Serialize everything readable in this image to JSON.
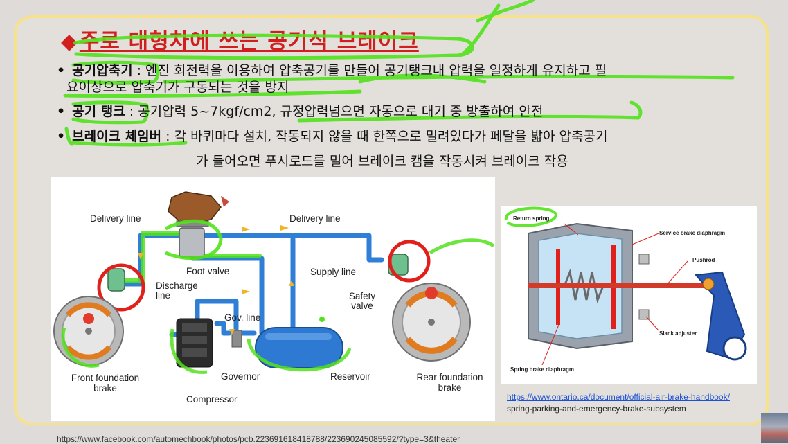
{
  "slide": {
    "title_marker": "◆",
    "title": "주로 대형차에 쓰는 공기식 브레이크",
    "bullets": [
      {
        "marker": "•",
        "term": "공기압축기",
        "sep": " : ",
        "text_line1": "엔진 회전력을 이용하여 압축공기를 만들어 공기탱크내 압력을 일정하게 유지하고 필",
        "text_line2": "요이상으로 압축기가 구동되는 것을 방지"
      },
      {
        "marker": "•",
        "term": "공기 탱크",
        "sep": " : ",
        "text_line1": "공기압력 5~7kgf/cm2, 규정압력넘으면 자동으로 대기 중 방출하여 안전"
      },
      {
        "marker": "•",
        "term": "브레이크 체임버",
        "sep": " : ",
        "text_line1": "각 바퀴마다 설치, 작동되지 않을 때 한쪽으로 밀려있다가 페달을 밟아 압축공기",
        "text_line2": "가 들어오면 푸시로드를 밀어 브레이크 캠을 작동시켜 브레이크 작용"
      }
    ]
  },
  "diagram_left": {
    "labels": {
      "delivery_line_left": "Delivery line",
      "delivery_line_right": "Delivery line",
      "foot_valve": "Foot valve",
      "discharge_line": "Discharge line",
      "supply_line": "Supply line",
      "safety_valve": "Safety valve",
      "gov_line": "Gov. line",
      "front_foundation_brake": "Front foundation brake",
      "governor": "Governor",
      "reservoir": "Reservoir",
      "rear_foundation_brake": "Rear foundation brake",
      "compressor": "Compressor"
    }
  },
  "diagram_right": {
    "labels": {
      "return_spring": "Return spring",
      "service_brake_diaphragm": "Service brake diaphragm",
      "pushrod": "Pushrod",
      "slack_adjuster": "Slack adjuster",
      "spring_brake_diaphragm": "Spring brake diaphragm"
    }
  },
  "links": {
    "ontario_url": "https://www.ontario.ca/document/official-air-brake-handbook/",
    "ontario_subpath": "spring-parking-and-emergency-brake-subsystem",
    "source_url": "https://www.facebook.com/automechbook/photos/pcb.223691618418788/223690245085592/?type=3&theater"
  },
  "colors": {
    "title_red": "#d11f1f",
    "highlighter_green": "#52e21c",
    "pipe_blue": "#2f7fd6",
    "frame_yellow": "#f7e28a",
    "circle_red": "#e0201b"
  }
}
